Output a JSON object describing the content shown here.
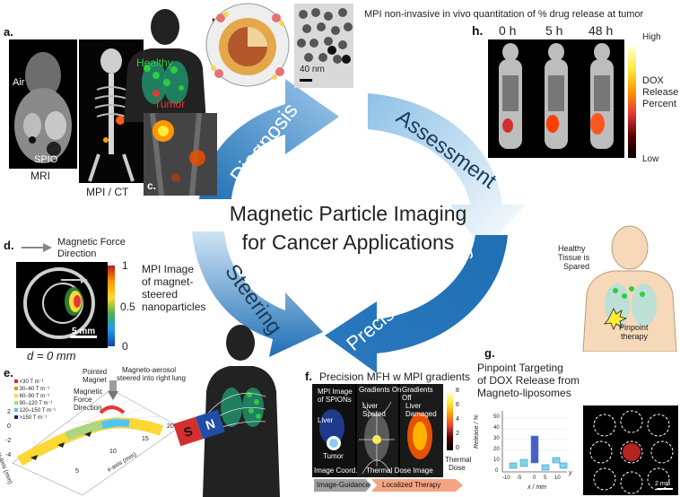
{
  "center": {
    "line1": "Magnetic Particle Imaging",
    "line2": "for Cancer Applications"
  },
  "cycle": {
    "diagnosis": "Diagnosis",
    "assessment": "Assessment",
    "steering": "Steering",
    "therapy": "Precision Therapy"
  },
  "panel_a": {
    "letter": "a.",
    "air": "Air",
    "spio": "SPIO",
    "mri": "MRI",
    "mpi_ct": "MPI / CT"
  },
  "panel_b": {
    "letter": "b.",
    "healthy": "Healthy",
    "tumor": "Tumor",
    "scale": "40 nm"
  },
  "panel_c": {
    "letter": "c."
  },
  "panel_h": {
    "title": "MPI non-invasive in vivo quantitation of % drug release at tumor",
    "letter": "h.",
    "times": [
      "0 h",
      "5 h",
      "48 h"
    ],
    "high": "High",
    "low": "Low",
    "colorbar_label": [
      "DOX",
      "Release",
      "Percent"
    ]
  },
  "panel_d": {
    "letter": "d.",
    "force_label": [
      "Magnetic Force",
      "Direction"
    ],
    "image_caption": [
      "MPI Image",
      "of magnet-",
      "steered",
      "nanoparticles"
    ],
    "scale": "5 mm",
    "d_label": "d = 0 mm",
    "ticks": [
      "1",
      "0.5",
      "0"
    ]
  },
  "panel_e": {
    "letter": "e.",
    "legend": [
      "<30 T m⁻¹",
      "30–60 T m⁻¹",
      "60–90 T m⁻¹",
      "90–120 T m⁻¹",
      "120–150 T m⁻¹",
      ">150 T m⁻¹"
    ],
    "legend_colors": [
      "#d32f2f",
      "#fb8c00",
      "#fdd835",
      "#aed581",
      "#4fc3f7",
      "#1a237e"
    ],
    "pointed_magnet": [
      "Pointed",
      "Magnet"
    ],
    "aerosol": [
      "Magneto-aerosol",
      "steered into right lung"
    ],
    "force": [
      "Magnetic",
      "Force",
      "Direction"
    ],
    "y_axis": "y-axis (mm)",
    "x_axis": "x-axis (mm)",
    "x_ticks": [
      "5",
      "10",
      "15",
      "20"
    ],
    "y_ticks": [
      "2",
      "0",
      "-2",
      "-4"
    ],
    "magnet_s": "S",
    "magnet_n": "N"
  },
  "panel_f": {
    "letter": "f.",
    "title": "Precision MFH w MPI gradients",
    "sub1": [
      "MPI Image",
      "of SPIONs"
    ],
    "liver": "Liver",
    "tumor": "Tumor",
    "gradients_on": "Gradients On",
    "gradients_off": "Gradients Off",
    "liver_spared": [
      "Liver",
      "Spared"
    ],
    "liver_damaged": [
      "Liver",
      "Damaged"
    ],
    "image_coord": "Image Coord.",
    "thermal_dose_image": "Thermal Dose Image",
    "thermal_dose": [
      "Thermal",
      "Dose"
    ],
    "cb_ticks": [
      "8",
      "6",
      "4",
      "2",
      "0"
    ],
    "bar_left": "Image-Guidance",
    "bar_right": "Localized Therapy"
  },
  "panel_g": {
    "letter": "g.",
    "title": [
      "Pinpoint Targeting",
      "of DOX Release from",
      "Magneto-liposomes"
    ],
    "ylabel": "Release / %",
    "xlabel": "x / mm",
    "ylabel_z": "y",
    "y_ticks": [
      "0",
      "10",
      "20",
      "30",
      "40",
      "50"
    ],
    "x_ticks": [
      "-10",
      "-5",
      "0",
      "5",
      "10"
    ],
    "scale": "2 mm",
    "healthy": [
      "Healthy",
      "Tissue is",
      "Spared"
    ],
    "pinpoint": [
      "Pinpoint",
      "therapy"
    ]
  },
  "colors": {
    "arrow_dark": "#1f6fb5",
    "arrow_light": "#bcd9ef",
    "tumor_red": "#e53935",
    "healthy_green": "#2ecc40"
  }
}
